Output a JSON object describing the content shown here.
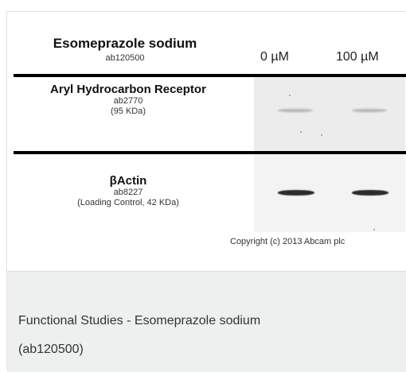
{
  "figure": {
    "compound": {
      "name": "Esomeprazole sodium",
      "catalog": "ab120500"
    },
    "columns": [
      "0 µM",
      "100 µM"
    ],
    "rows": [
      {
        "target": "Aryl Hydrocarbon Receptor",
        "catalog": "ab2770",
        "note": "(95 KDa)"
      },
      {
        "target": "βActin",
        "catalog": "ab8227",
        "note": "(Loading Control, 42 KDa)"
      }
    ],
    "copyright": "Copyright (c) 2013 Abcam plc"
  },
  "caption": {
    "line1": "Functional Studies - Esomeprazole sodium",
    "line2": "(ab120500)"
  },
  "colors": {
    "caption_bg": "#eef0f0",
    "rule": "#000000"
  }
}
